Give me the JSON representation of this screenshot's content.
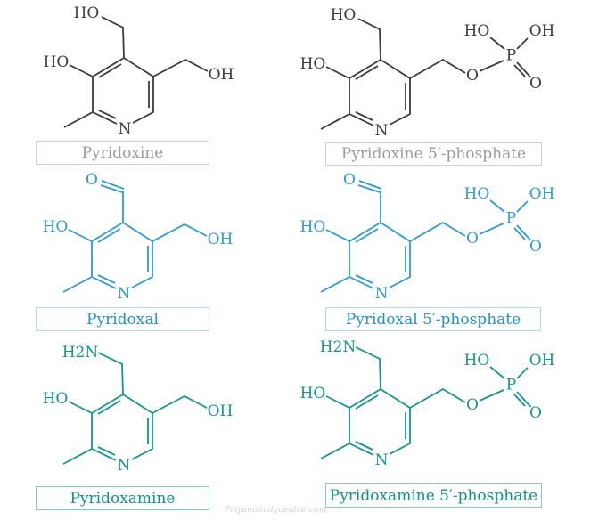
{
  "diagram": {
    "subject": "Vitamin B6 vitamer structures",
    "watermark": "Priyamstudycentre.com",
    "colors": {
      "background": "#ffffff",
      "row1_structure": "#3b3b3b",
      "row1_label_text": "#9b9b9b",
      "row1_box_border": "#cecece",
      "row2_structure": "#2d9bd8",
      "row2_label_text": "#2090ce",
      "row2_box_border": "#aadaf0",
      "row3_structure": "#12978e",
      "row3_label_text": "#0d938a",
      "row3_box_border": "#7fccc5",
      "watermark_text": "#d8cdcd"
    }
  },
  "structures": [
    {
      "name": "Pyridoxine",
      "color": "#3b3b3b",
      "atoms": {
        "hydroxymethyl_top": "HO",
        "hydroxy_left": "HO",
        "hydroxymethyl_right": "OH",
        "ring_n": "N"
      }
    },
    {
      "name": "Pyridoxine 5′-phosphate",
      "color": "#3b3b3b",
      "atoms": {
        "hydroxymethyl_top": "HO",
        "hydroxy_left": "HO",
        "ring_n": "N",
        "ester_o": "O",
        "phosphorus": "P",
        "phosphate_ho": "HO",
        "phosphate_oh": "OH",
        "phosphate_double_o": "O"
      }
    },
    {
      "name": "Pyridoxal",
      "color": "#2d9bd8",
      "atoms": {
        "aldehyde_o": "O",
        "hydroxy_left": "HO",
        "hydroxymethyl_right": "OH",
        "ring_n": "N"
      }
    },
    {
      "name": "Pyridoxal 5′-phosphate",
      "color": "#2d9bd8",
      "atoms": {
        "aldehyde_o": "O",
        "hydroxy_left": "HO",
        "ring_n": "N",
        "ester_o": "O",
        "phosphorus": "P",
        "phosphate_ho": "HO",
        "phosphate_oh": "OH",
        "phosphate_double_o": "O"
      }
    },
    {
      "name": "Pyridoxamine",
      "color": "#12978e",
      "atoms": {
        "amine": "H2N",
        "hydroxy_left": "HO",
        "hydroxymethyl_right": "OH",
        "ring_n": "N"
      }
    },
    {
      "name": "Pyridoxamine 5′-phosphate",
      "color": "#12978e",
      "atoms": {
        "amine": "H2N",
        "hydroxy_left": "HO",
        "ring_n": "N",
        "ester_o": "O",
        "phosphorus": "P",
        "phosphate_ho": "HO",
        "phosphate_oh": "OH",
        "phosphate_double_o": "O"
      }
    }
  ]
}
